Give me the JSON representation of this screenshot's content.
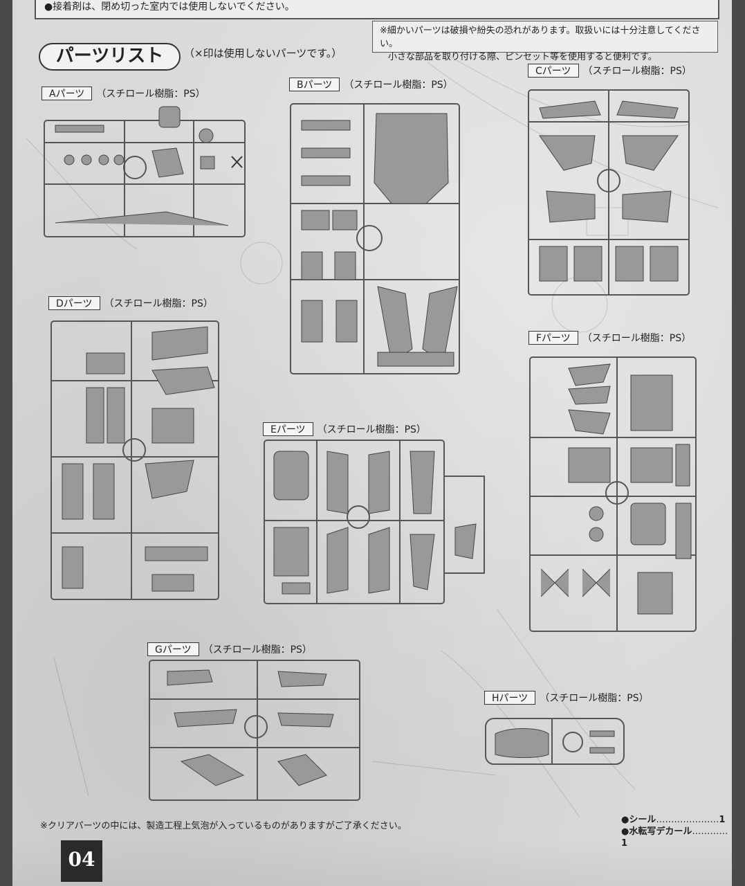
{
  "top_note": "●接着剤は、閉め切った室内では使用しないでください。",
  "caution": {
    "line1": "※細かいパーツは破損や紛失の恐れがあります。取扱いには十分注意してください。",
    "line2": "小さな部品を取り付ける際、ピンセット等を使用すると便利です。"
  },
  "title": "パーツリスト",
  "title_note": "（×印は使用しないパーツです。）",
  "runners": [
    {
      "id": "A",
      "label": "Aパーツ",
      "material": "（スチロール樹脂：PS）"
    },
    {
      "id": "B",
      "label": "Bパーツ",
      "material": "（スチロール樹脂：PS）"
    },
    {
      "id": "C",
      "label": "Cパーツ",
      "material": "（スチロール樹脂：PS）"
    },
    {
      "id": "D",
      "label": "Dパーツ",
      "material": "（スチロール樹脂：PS）"
    },
    {
      "id": "E",
      "label": "Eパーツ",
      "material": "（スチロール樹脂：PS）"
    },
    {
      "id": "F",
      "label": "Fパーツ",
      "material": "（スチロール樹脂：PS）"
    },
    {
      "id": "G",
      "label": "Gパーツ",
      "material": "（スチロール樹脂：PS）"
    },
    {
      "id": "H",
      "label": "Hパーツ",
      "material": "（スチロール樹脂：PS）"
    }
  ],
  "bottom_note": "※クリアパーツの中には、製造工程上気泡が入っているものがありますがご了承ください。",
  "legend": [
    {
      "label": "●シール",
      "dots": "…………………",
      "count": "1"
    },
    {
      "label": "●水転写デカール",
      "dots": "…………",
      "count": "1"
    }
  ],
  "page_number": "04"
}
